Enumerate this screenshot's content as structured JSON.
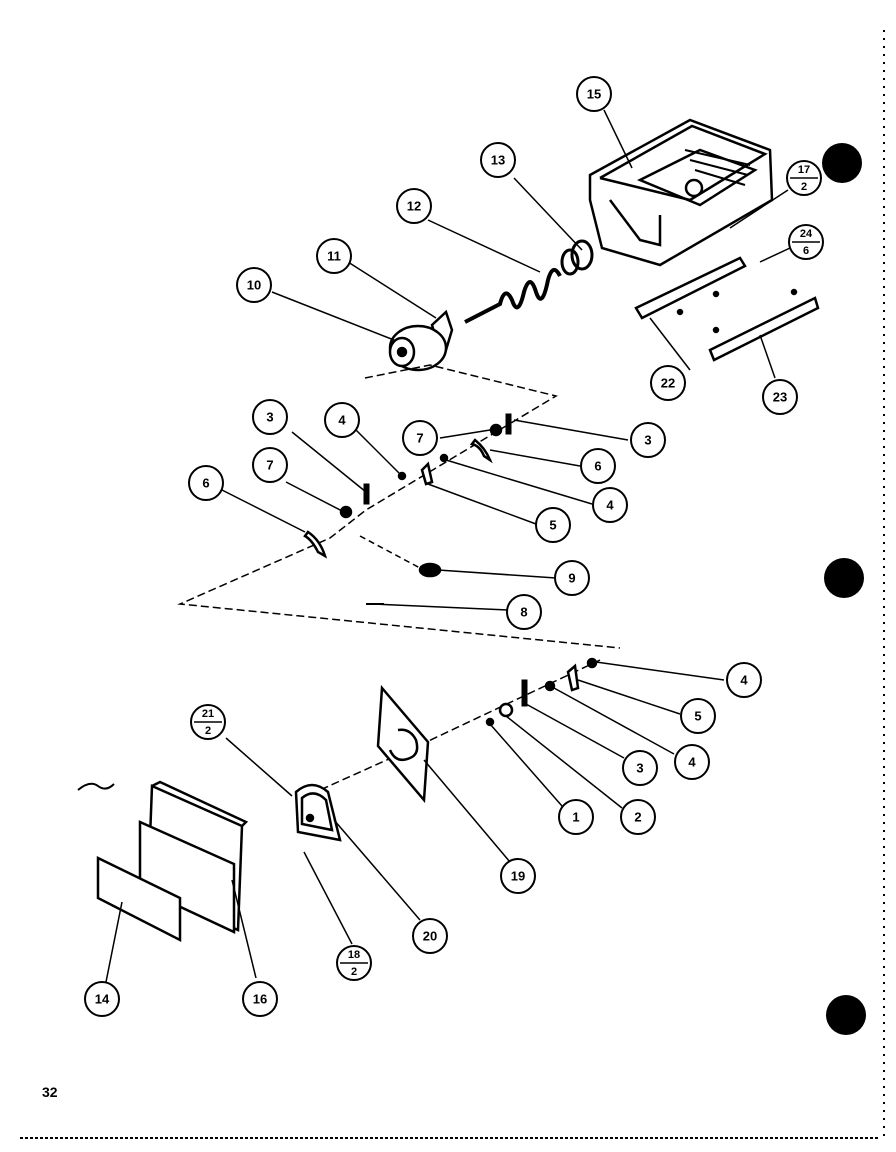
{
  "page_number": "32",
  "callouts": {
    "c15": "15",
    "c13": "13",
    "c12": "12",
    "c11": "11",
    "c10": "10",
    "c22": "22",
    "c23": "23",
    "c7a": "7",
    "c3a": "3",
    "c3b": "3",
    "c4a": "4",
    "c7b": "7",
    "c6a": "6",
    "c6b": "6",
    "c4b": "4",
    "c5a": "5",
    "c9": "9",
    "c8": "8",
    "c4c": "4",
    "c5b": "5",
    "c3c": "3",
    "c4d": "4",
    "c1": "1",
    "c2": "2",
    "c19": "19",
    "c20": "20",
    "c14": "14",
    "c16": "16"
  },
  "fractions": {
    "f17": {
      "top": "17",
      "bottom": "2"
    },
    "f24": {
      "top": "24",
      "bottom": "6"
    },
    "f21": {
      "top": "21",
      "bottom": "2"
    },
    "f18": {
      "top": "18",
      "bottom": "2"
    }
  }
}
